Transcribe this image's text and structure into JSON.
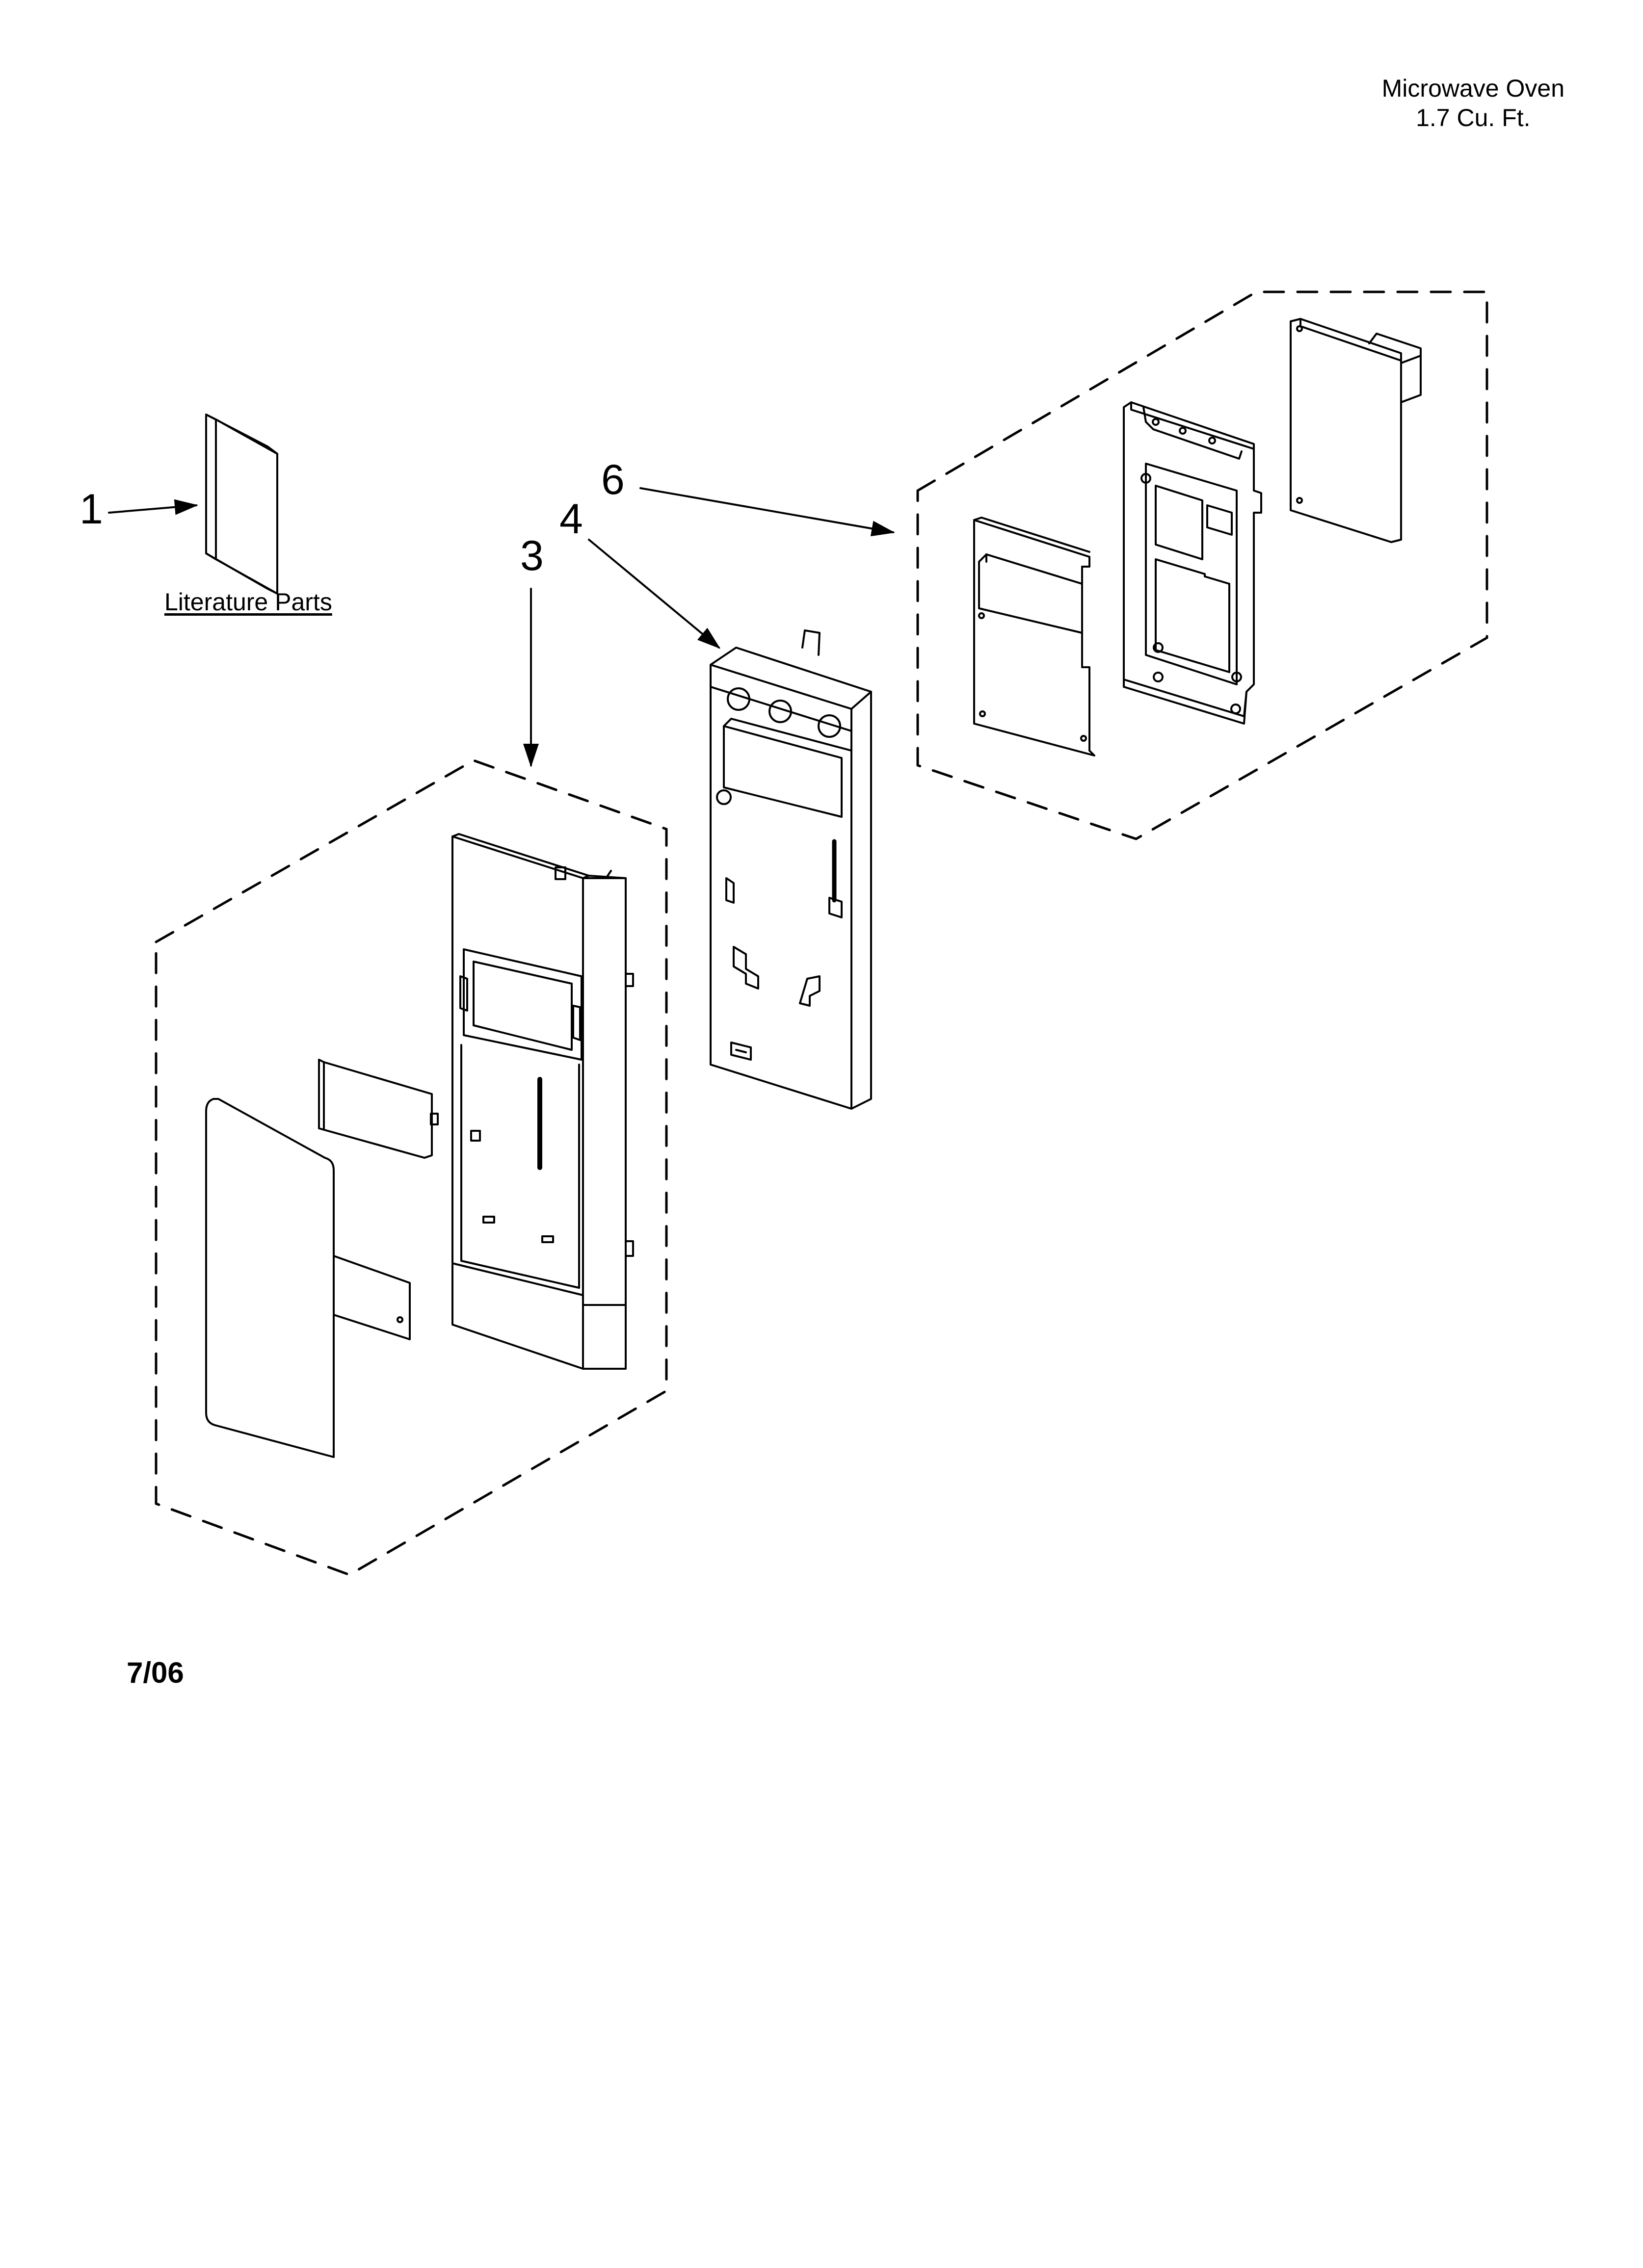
{
  "header": {
    "line1": "Microwave Oven",
    "line2": "1.7 Cu. Ft."
  },
  "callouts": {
    "c1": "1",
    "c3": "3",
    "c4": "4",
    "c6": "6"
  },
  "literature_label": "Literature Parts",
  "date_code": "7/06"
}
